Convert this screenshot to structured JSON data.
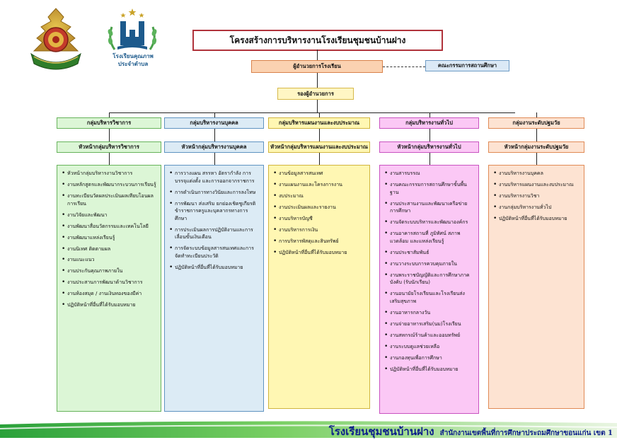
{
  "logo_mid_caption": [
    "โรงเรียนคุณภาพ",
    "ประจำตำบล"
  ],
  "title": "โครงสร้างการบริหารงานโรงเรียนชุมชนบ้านฝาง",
  "director": "ผู้อำนวยการโรงเรียน",
  "committee": "คณะกรรมการสถานศึกษา",
  "deputy": "รองผู้อำนวยการ",
  "groups": [
    {
      "head": "กลุ่มบริหารวิชาการ",
      "sub": "หัวหน้ากลุ่มบริหารวิชาการ",
      "colors": {
        "fill": "#dcf6d6",
        "border": "#67b35b"
      },
      "items": [
        "หัวหน้ากลุ่มบริหารงานวิชาการ",
        "งานหลักสูตรและพัฒนากระบวนการเรียนรู้",
        "งานทะเบียนวัดผลประเมินผลเทียบโอนผลการเรียน",
        "งานวิจัยและพัฒนา",
        "งานพัฒนาสื่อนวัตกรรมและเทคโนโลยี",
        "งานพัฒนาแหล่งเรียนรู้",
        "งานนิเทศ ติดตามผล",
        "งานแนะแนว",
        "งานประกันคุณภาพภายใน",
        "งานประสานการพัฒนาด้านวิชาการ",
        "งานห้องสมุด / งานเงินทองของมีค่า",
        "ปฏิบัติหน้าที่อื่นที่ได้รับมอบหมาย"
      ]
    },
    {
      "head": "กลุ่มบริหารงานบุคคล",
      "sub": "หัวหน้ากลุ่มบริหารงานบุคคล",
      "colors": {
        "fill": "#dcebf5",
        "border": "#5f93c1"
      },
      "items": [
        "การวางแผน สรรหา อัตรากำลัง การบรรจุแต่งตั้ง และการออกจากราชการ",
        "การดำเนินการทางวินัยและการลงโทษ",
        "การพัฒนา ส่งเสริม ยกย่องเชิดชูเกียรติข้าราชการครูและบุคลากรทางการศึกษา",
        "การประเมินผลการปฏิบัติงานและการเลื่อนขั้นเงินเดือน",
        "การจัดระบบข้อมูลสารสนเทศและการจัดทำทะเบียนประวัติ",
        "ปฏิบัติหน้าที่อื่นที่ได้รับมอบหมาย"
      ]
    },
    {
      "head": "กลุ่มบริหารแผนงานและงบประมาณ",
      "sub": "หัวหน้ากลุ่มบริหารแผนงานและงบประมาณ",
      "colors": {
        "fill": "#fff7b3",
        "border": "#d1b53e"
      },
      "items": [
        "งานข้อมูลสารสนเทศ",
        "งานแผนงานและโครงการงาน",
        "งบประมาณ",
        "งานประเมินผลและรายงาน",
        "งานบริหารบัญชี",
        "งานบริหารการเงิน",
        "การบริหารพัสดุและสินทรัพย์",
        "ปฏิบัติหน้าที่อื่นที่ได้รับมอบหมาย"
      ]
    },
    {
      "head": "กลุ่มบริหารงานทั่วไป",
      "sub": "หัวหน้ากลุ่มบริหารงานทั่วไป",
      "colors": {
        "fill": "#fbc8f5",
        "border": "#c953c0"
      },
      "items": [
        "งานสารบรรณ",
        "งานคณะกรรมการสถานศึกษาขั้นพื้นฐาน",
        "งานประสานงานและพัฒนาเครือข่ายการศึกษา",
        "งานจัดระบบบริหารและพัฒนาองค์กร",
        "งานอาคารสถานที่ ภูมิทัศน์ สภาพแวดล้อม และแหล่งเรียนรู้",
        "งานประชาสัมพันธ์",
        "งานวางระบบการควบคุมภายใน",
        "งานพระราชบัญญัติและการศึกษาภาคบังคับ (รับนักเรียน)",
        "งานอนามัยโรงเรียนและโรงเรียนส่งเสริมสุขภาพ",
        "งานอาหารกลางวัน",
        "งานจ่ายอาหารเสริม(นม)โรงเรียน",
        "งานสหกรณ์ร้านค้าและออมทรัพย์",
        "งานระบบดูแลช่วยเหลือ",
        "งานกองทุนเพื่อการศึกษา",
        "ปฏิบัติหน้าที่อื่นที่ได้รับมอบหมาย"
      ]
    },
    {
      "head": "กลุ่มงานระดับปฐมวัย",
      "sub": "หัวหน้ากลุ่มงานระดับปฐมวัย",
      "colors": {
        "fill": "#fde3d2",
        "border": "#e08a55"
      },
      "items": [
        "งานบริหารงานบุคคล",
        "งานบริหารแผนงานและงบประมาณ",
        "งานบริหารงานวิชา",
        "งานกลุ่มบริหารงานทั่วไป",
        "ปฏิบัติหน้าที่อื่นที่ได้รับมอบหมาย"
      ]
    }
  ],
  "footer": {
    "school": "โรงเรียนชุมชนบ้านฝาง",
    "office": "สำนักงานเขตพื้นที่การศึกษาประถมศึกษาขอนแก่น เขต 1"
  }
}
